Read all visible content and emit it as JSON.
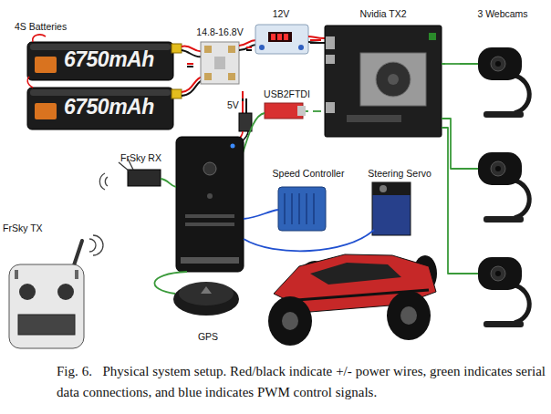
{
  "diagram": {
    "caption": "Fig. 6.   Physical system setup. Red/black indicate +/- power wires, green indicates serial data connections, and blue indicates PWM control signals.",
    "nodes": [
      {
        "text": [
          "4S Batteries"
        ]
      },
      {
        "text": [
          "14.8-16.8V"
        ]
      },
      {
        "text": [
          "12V"
        ]
      },
      {
        "text": [
          "Nvidia TX2"
        ]
      },
      {
        "text": [
          "3 Webcams"
        ]
      },
      {
        "text": [
          "USB2FTDI"
        ]
      },
      {
        "text": [
          "5V"
        ]
      },
      {
        "text": [
          "FrSky RX"
        ]
      },
      {
        "text": [
          "Speed Controller"
        ]
      },
      {
        "text": [
          "Steering Servo"
        ]
      },
      {
        "text": [
          "FrSky TX"
        ]
      },
      {
        "text": [
          "GPS"
        ]
      }
    ],
    "edges": [
      {
        "from": 0,
        "to": 1,
        "arrow": "none"
      },
      {
        "from": 1,
        "to": 2,
        "arrow": "none"
      },
      {
        "from": 2,
        "to": 3,
        "arrow": "none"
      },
      {
        "from": 1,
        "to": 6,
        "arrow": "none"
      },
      {
        "from": 3,
        "to": 5,
        "arrow": "none"
      },
      {
        "from": 3,
        "to": 4,
        "arrow": "none"
      },
      {
        "from": 3,
        "to": 4,
        "arrow": "none"
      },
      {
        "from": 3,
        "to": 4,
        "arrow": "none"
      }
    ],
    "labels": [
      "6750mAh",
      "6750mAh"
    ]
  }
}
